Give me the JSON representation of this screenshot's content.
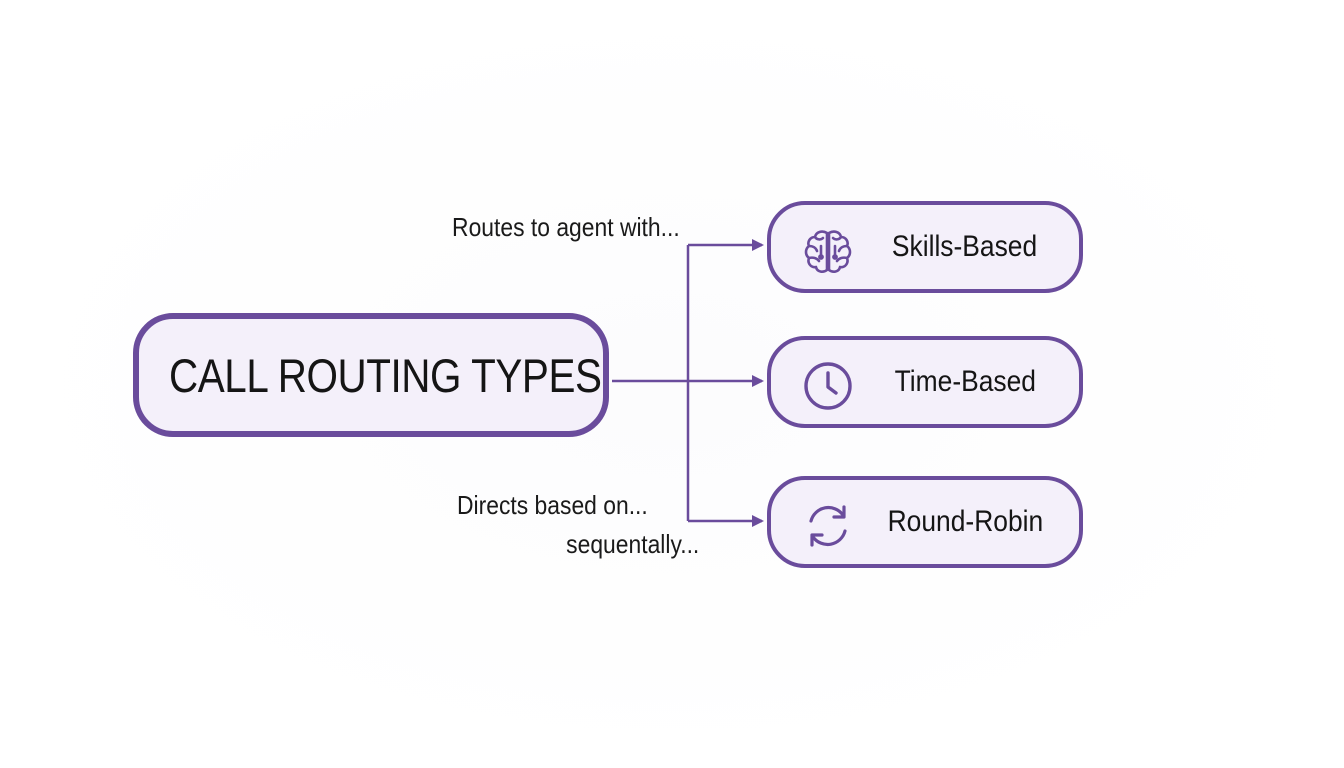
{
  "diagram": {
    "title": "CALL ROUTING TYPES",
    "annotations": {
      "skills": "Routes to agent with...",
      "time": "Directs based on...",
      "round_robin": "sequentally..."
    },
    "types": [
      {
        "label": "Skills-Based",
        "icon": "brain-icon"
      },
      {
        "label": "Time-Based",
        "icon": "clock-icon"
      },
      {
        "label": "Round-Robin",
        "icon": "refresh-icon"
      }
    ]
  },
  "colors": {
    "accent": "#6a4c9c",
    "node_fill": "#f4f0fa",
    "text": "#151515",
    "background": "#ffffff"
  }
}
